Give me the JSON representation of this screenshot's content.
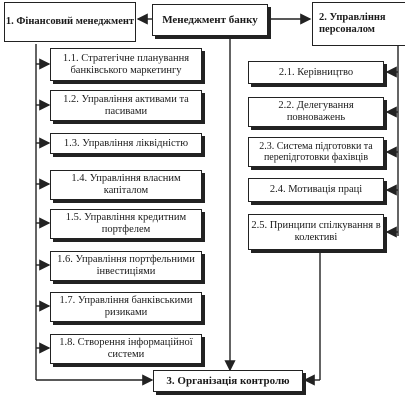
{
  "root": {
    "label": "Менеджмент банку"
  },
  "left": {
    "title": "1. Фінансовий менеджмент",
    "items": [
      "1.1. Стратегічне планування банківського маркетингу",
      "1.2. Управління активами та пасивами",
      "1.3. Управління ліквідністю",
      "1.4. Управління власним капіталом",
      "1.5. Управління кредитним портфелем",
      "1.6. Управління портфельними інвестиціями",
      "1.7. Управління банківськими ризиками",
      "1.8. Створення інформаційної системи"
    ]
  },
  "right": {
    "title": "2. Управління персоналом",
    "items": [
      "2.1. Керівництво",
      "2.2. Делегування повноважень",
      "2.3. Система підготовки та перепідготовки фахівців",
      "2.4. Мотивація праці",
      "2.5. Принципи спілкування в колективі"
    ]
  },
  "bottom": {
    "label": "3. Організація контролю"
  }
}
